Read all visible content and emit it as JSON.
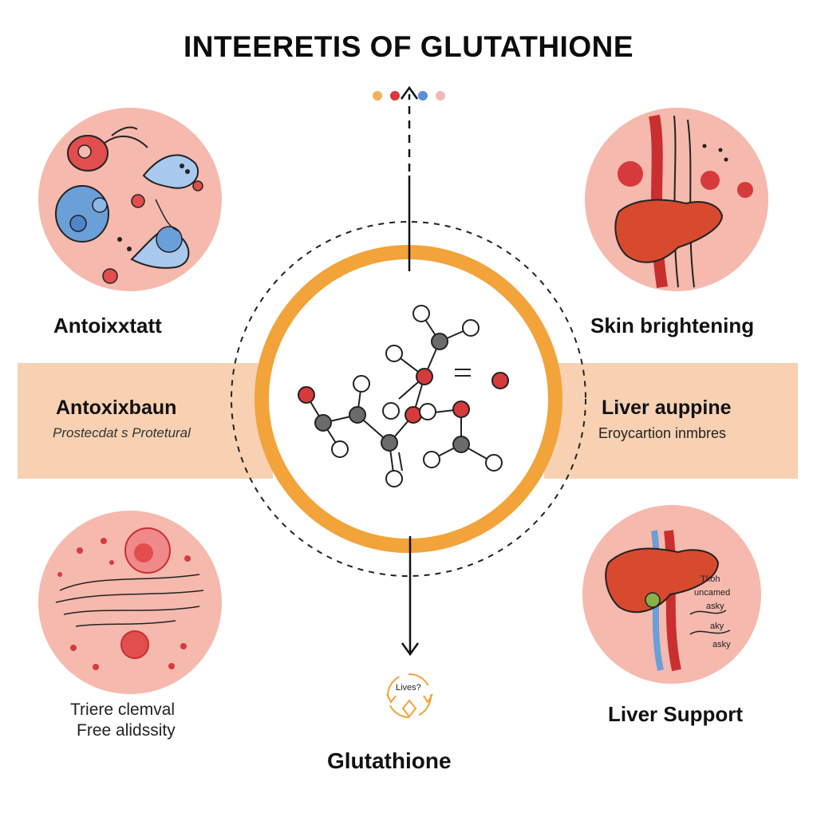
{
  "title": "INTEERETIS OF GLUTATHIONE",
  "top_dots": [
    "#f2b15a",
    "#d63a3a",
    "#5b8fd6",
    "#f3b7b7"
  ],
  "labels": {
    "top_left": "Antoixxtatt",
    "top_right": "Skin brightening",
    "band_left_title": "Antoxixbaun",
    "band_left_sub": "Prostecdat s Protetural",
    "band_right_title": "Liver auppine",
    "band_right_sub": "Eroycartion inmbres",
    "bottom_left_line1": "Triere clemval",
    "bottom_left_line2": "Free alidssity",
    "bottom_right": "Liver Support",
    "center_bottom": "Glutathione",
    "small_icon_label": "Lives?",
    "liver_note_1": "Tkoh",
    "liver_note_2": "uncamed",
    "liver_note_3": "asky",
    "liver_note_4": "aky",
    "liver_note_5": "asky"
  },
  "colors": {
    "circle_bg": "#f5b9ae",
    "ring": "#f2a33a",
    "band": "#f7d1b2",
    "red": "#d63a3a",
    "blue": "#6a9fd8",
    "atom_dark": "#6b6b6b"
  }
}
